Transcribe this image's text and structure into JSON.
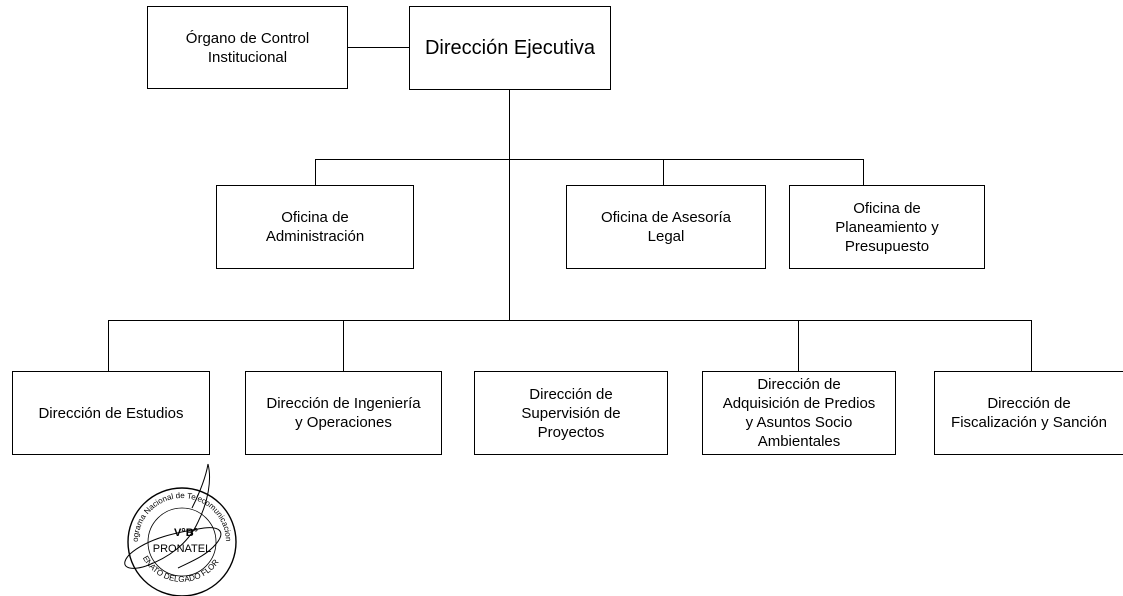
{
  "org_chart": {
    "control": "Órgano de Control\nInstitucional",
    "executive": "Dirección Ejecutiva",
    "staff": {
      "administracion": "Oficina de\nAdministración",
      "asesoria": "Oficina de Asesoría\nLegal",
      "planeamiento": "Oficina de\nPlaneamiento y\nPresupuesto"
    },
    "directions": {
      "estudios": "Dirección de Estudios",
      "ingenieria": "Dirección de Ingeniería\ny Operaciones",
      "supervision": "Dirección de\nSupervisión de\nProyectos",
      "predios": "Dirección de\nAdquisición de Predios\ny Asuntos Socio\nAmbientales",
      "fiscalizacion": "Dirección de\nFiscalización y Sanción"
    }
  },
  "stamp": {
    "arc_top": "Programa Nacional de Telecomunicaciones",
    "center_top": "V°B°",
    "center_bottom": "PRONATEL",
    "arc_bottom": "RENATO DELGADO FLORES"
  }
}
